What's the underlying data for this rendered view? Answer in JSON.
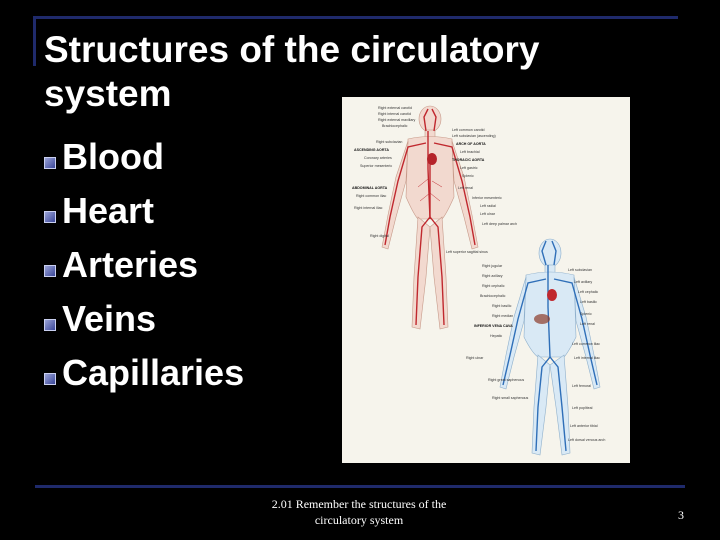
{
  "slide": {
    "title": "Structures of the circulatory system",
    "bullets": [
      "Blood",
      "Heart",
      "Arteries",
      "Veins",
      "Capillaries"
    ],
    "footer": "2.01 Remember the structures of the circulatory system",
    "page_number": "3"
  },
  "figure": {
    "arterial_labels": {
      "left": [
        "Right external carotid",
        "Right internal carotid",
        "Right external maxillary",
        "Brachiocephalic",
        "Right subclavian",
        "ASCENDING AORTA",
        "Coronary arteries",
        "Superior mesenteric",
        "ABDOMINAL AORTA",
        "Right common iliac",
        "Right internal iliac",
        "Right digital"
      ],
      "right": [
        "Left common carotid",
        "Left subclavian (ascending)",
        "ARCH OF AORTA",
        "Left brachial",
        "THORACIC AORTA",
        "Left gastric",
        "Splenic",
        "Left renal",
        "Inferior mesenteric",
        "Left radial",
        "Left ulnar",
        "Left deep palmar arch"
      ]
    },
    "venous_labels": {
      "left": [
        "Left superior sagittal sinus",
        "Right jugular",
        "Right axillary",
        "Right cephalic",
        "Brachiocephalic",
        "Right basilic",
        "Right median",
        "INFERIOR VENA CAVA",
        "Hepatic",
        "Right ulnar",
        "Right great saphenous",
        "Right small saphenous"
      ],
      "right": [
        "Left subclavian",
        "Left axillary",
        "Left cephalic",
        "Left basilic",
        "Splenic",
        "Left renal",
        "Left common iliac",
        "Left internal iliac",
        "Left femoral",
        "Left popliteal",
        "Left anterior tibial",
        "Left dorsal venous arch"
      ]
    },
    "colors": {
      "artery": "#c0282e",
      "vein": "#2f6fb8",
      "skin_artery": "#f2d9cf",
      "skin_vein": "#d9e9f5"
    }
  }
}
